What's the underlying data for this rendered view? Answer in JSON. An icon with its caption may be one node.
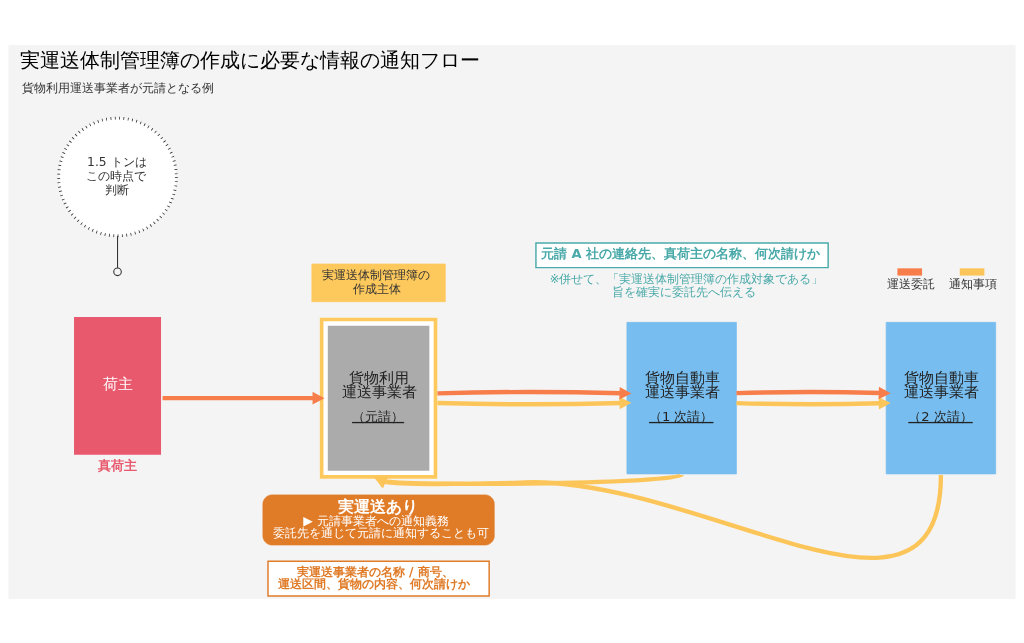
{
  "diagram": {
    "title": "実運送体制管理簿の作成に必要な情報の通知フロー",
    "nodes": [
      {
        "text": [
          "荷主"
        ],
        "beside": [
          "真荷主"
        ]
      },
      {
        "text": [
          "1.5 トンはこの時点で判断"
        ]
      },
      {
        "text": [
          "実運送体制管理簿の作成主体"
        ]
      },
      {
        "text": [
          "貨物利用運送事業者",
          "（元請）"
        ]
      },
      {
        "text": [
          "元請 A 社の連絡先、真荷主の名称、何次請けか"
        ],
        "beside": [
          "※併せて、「実運送体制管理簿の作成対象である」旨を確実に委託先へ伝える"
        ]
      },
      {
        "text": [
          "貨物自動車運送事業者",
          "（1 次請）"
        ]
      },
      {
        "text": [
          "貨物自動車運送事業者",
          "（2 次請）"
        ]
      },
      {
        "text": [
          "実運送あり",
          "▶ 元請事業者への通知義務",
          "委託先を通じて元請に通知することも可"
        ]
      },
      {
        "text": [
          "実運送事業者の名称 / 商号、運送区間、貨物の内容、何次請けか"
        ]
      }
    ],
    "edges": [
      {
        "from": 1,
        "to": null,
        "arrow": "other",
        "color": "#333333"
      },
      {
        "from": 0,
        "to": 3,
        "arrow": "to",
        "color": "#f77e4b"
      },
      {
        "from": 3,
        "to": 5,
        "arrow": "to"
      },
      {
        "from": 3,
        "to": 5,
        "arrow": "to",
        "color": "#f77e4b"
      },
      {
        "from": 5,
        "to": 6,
        "arrow": "to"
      },
      {
        "from": 5,
        "to": 6,
        "arrow": "to",
        "color": "#f77e4b"
      },
      {
        "from": 5,
        "to": 3,
        "arrow": "to"
      },
      {
        "from": 6,
        "to": 3,
        "arrow": "to"
      }
    ],
    "labels": [
      "貨物利用運送事業者が元請となる例"
    ],
    "legend": [
      {
        "text": "運送委託",
        "color": "#f77e4b"
      },
      {
        "text": "通知事項",
        "color": "#fcc55a"
      }
    ]
  }
}
